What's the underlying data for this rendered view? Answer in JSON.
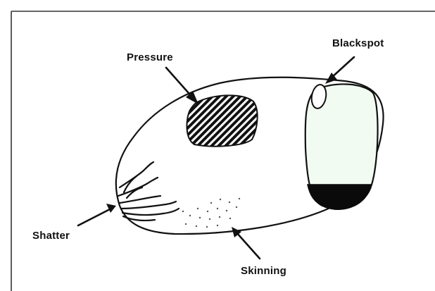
{
  "diagram": {
    "labels": {
      "pressure": "Pressure",
      "blackspot": "Blackspot",
      "shatter": "Shatter",
      "skinning": "Skinning"
    },
    "colors": {
      "ink": "#111111",
      "background": "#ffffff"
    }
  }
}
